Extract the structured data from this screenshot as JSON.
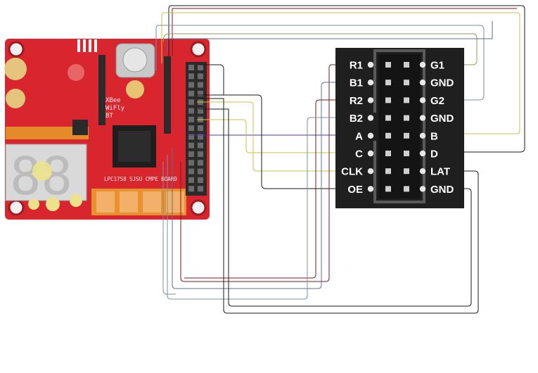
{
  "board": {
    "chip_label": "LPC1758  SJSU  CMPE  BOARD",
    "xbee_label_1": "XBee",
    "xbee_label_2": "WiFly",
    "xbee_label_3": "BT",
    "display_digits": "88",
    "colors": {
      "pcb": "#d8252e",
      "pcb_dark": "#a3141c",
      "header": "#2b2b2b"
    }
  },
  "connector": {
    "left_labels": [
      "R1",
      "B1",
      "R2",
      "B2",
      "A",
      "C",
      "CLK",
      "OE"
    ],
    "right_labels": [
      "G1",
      "GND",
      "G2",
      "GND",
      "B",
      "D",
      "LAT",
      "GND"
    ],
    "colors": {
      "body": "#1f1f1f",
      "frame": "#5a5a5a",
      "pin": "#cfcfcf"
    }
  },
  "wire_colors": {
    "red": "#7a1a1a",
    "blue": "#5c6f8c",
    "purple": "#5a2db0",
    "yellow": "#c9c24a",
    "black": "#1a1a1a",
    "gray": "#7d8fa3",
    "olive": "#9a9a55"
  }
}
